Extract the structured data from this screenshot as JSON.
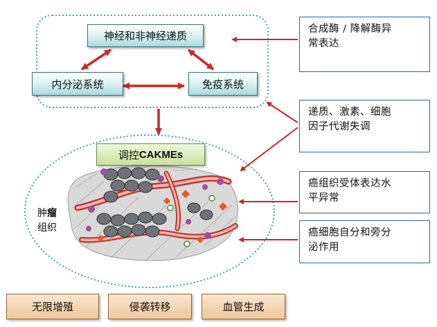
{
  "system": {
    "neuro": "神经和非神经递质",
    "endocrine": "内分泌系统",
    "immune": "免疫系统"
  },
  "regulate": {
    "prefix": "调控",
    "suffix": "CAKMEs"
  },
  "tumor_label": {
    "line1_a": "肿",
    "line1_b": "瘤",
    "line2": "组织"
  },
  "side_boxes": [
    {
      "line1": "合成酶 / 降解酶异",
      "line2": "常表达"
    },
    {
      "line1": "递质、激素、细胞",
      "line2": "因子代谢失调"
    },
    {
      "line1": "癌组织受体表达水",
      "line2": "平异常"
    },
    {
      "line1": "癌细胞自分和旁分",
      "line2": "泌作用"
    }
  ],
  "outcomes": [
    "无限增殖",
    "侵袭转移",
    "血管生成"
  ],
  "colors": {
    "arrow": "#c8262b",
    "dotted_border": "#3b9fc7",
    "side_border": "#2f62a8",
    "node_fill": "#bfe6e6",
    "regulate_fill": "#c8e29b",
    "outcome_fill": "#f3d2ad"
  }
}
